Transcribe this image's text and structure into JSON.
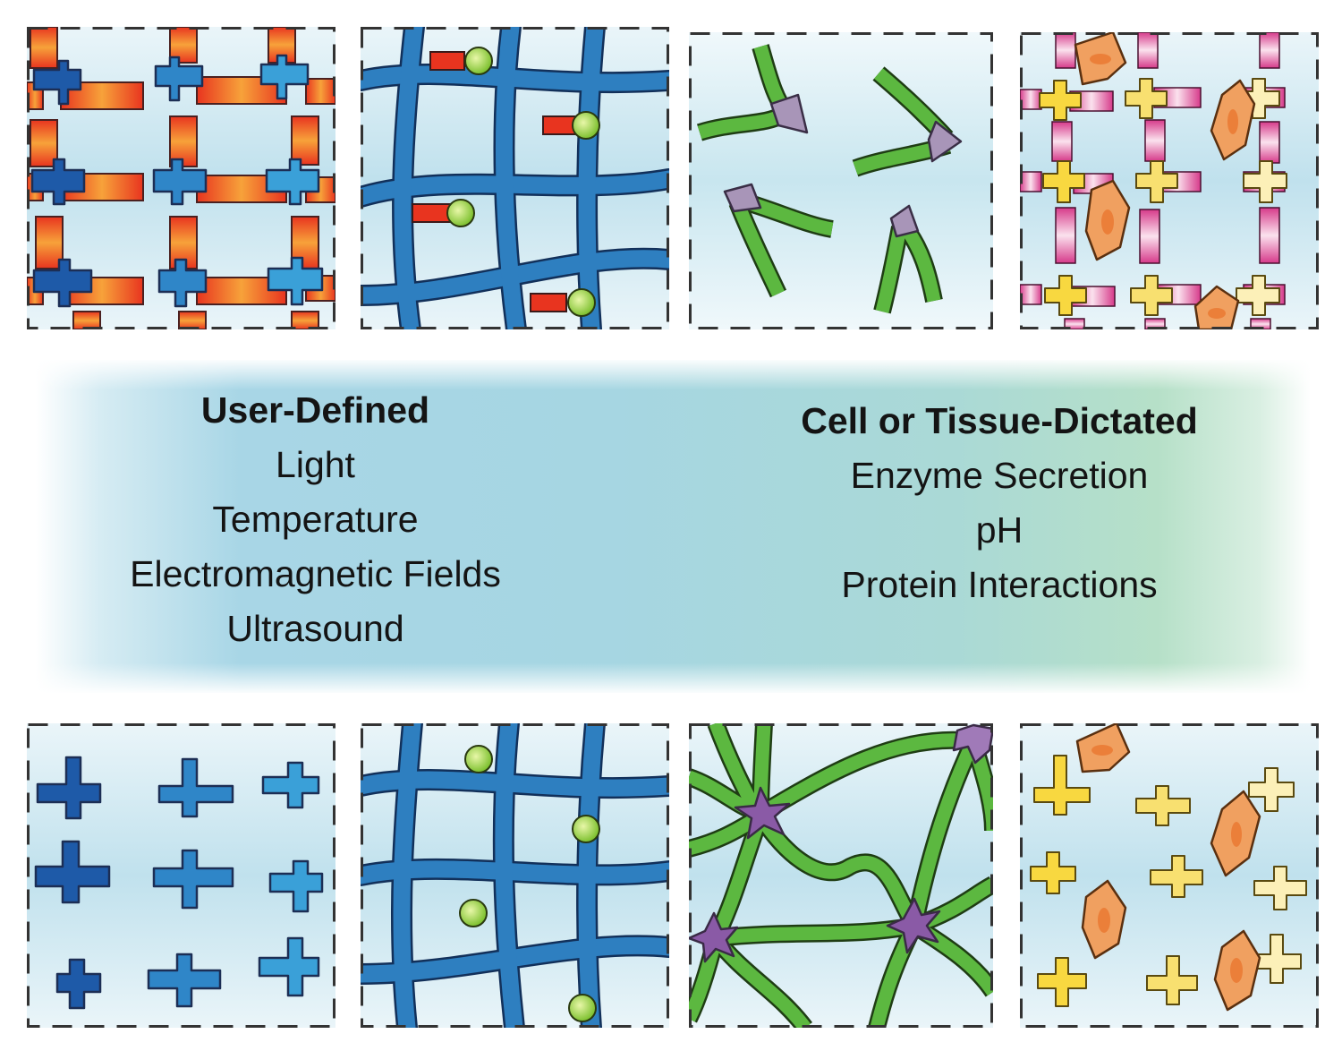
{
  "user_defined": {
    "heading": "User-Defined",
    "items": [
      "Light",
      "Temperature",
      "Electromagnetic Fields",
      "Ultrasound"
    ]
  },
  "cell_dictated": {
    "heading": "Cell or Tissue-Dictated",
    "items": [
      "Enzyme Secretion",
      "pH",
      "Protein Interactions"
    ]
  },
  "colors": {
    "crosslinker_dark_blue": "#1e5aa8",
    "crosslinker_blue": "#2f86c8",
    "crosslinker_light_blue": "#3aa0d8",
    "photolabile_red": "#e8341f",
    "fiber_blue": "#2e7fc0",
    "payload_green": "#8ccd3a",
    "peptide_green": "#46a23a",
    "star_purple": "#8a5aa6",
    "arrow_grey": "#a895b8",
    "cell_orange": "#f0a060",
    "cross_yellow": "#f8d840",
    "mmp_pink": "#d63a8a",
    "panel_bg": "#c4e3ee"
  }
}
